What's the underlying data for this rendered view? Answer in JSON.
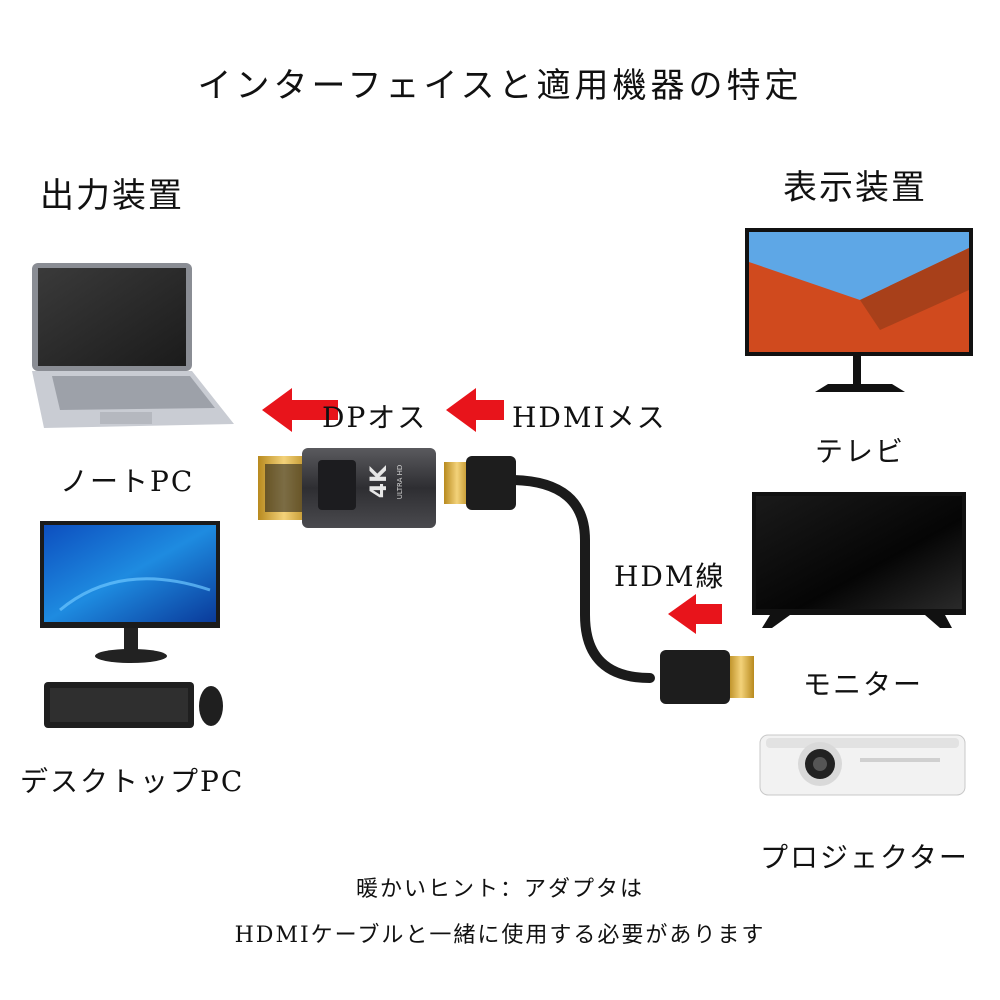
{
  "title": "インターフェイスと適用機器の特定",
  "output_section": {
    "heading": "出力装置",
    "devices": [
      {
        "label": "ノートPC",
        "icon": "laptop-icon"
      },
      {
        "label": "デスクトップPC",
        "icon": "desktop-pc-icon"
      }
    ]
  },
  "display_section": {
    "heading": "表示装置",
    "devices": [
      {
        "label": "テレビ",
        "icon": "tv-icon"
      },
      {
        "label": "モニター",
        "icon": "monitor-icon"
      },
      {
        "label": "プロジェクター",
        "icon": "projector-icon"
      }
    ]
  },
  "connectors": {
    "dp_male": "DPオス",
    "hdmi_female": "HDMIメス",
    "hdmi_cable": "HDM線",
    "adapter_badge": "4K",
    "adapter_badge_sub": "ULTRA HD"
  },
  "tip": {
    "line1": "暖かいヒント：アダプタは",
    "line2": "HDMIケーブルと一緒に使用する必要があります"
  },
  "colors": {
    "arrow": "#e8141b",
    "text": "#111111"
  }
}
